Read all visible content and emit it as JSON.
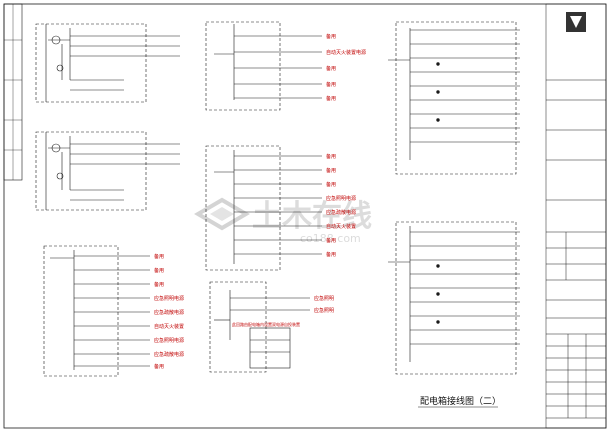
{
  "title": "配电箱接线图（二）",
  "watermark": {
    "brand": "土木在线",
    "url": "co188.com"
  },
  "panels": {
    "top_left_1": {
      "circuits": []
    },
    "top_left_2": {
      "circuits": []
    },
    "top_mid": {
      "circuits": [
        "备用",
        "自动灭火装置电源",
        "备用",
        "备用",
        "备用"
      ]
    },
    "mid_mid": {
      "circuits": [
        "备用",
        "备用",
        "备用",
        "应急照明电源",
        "应急疏散电源",
        "自动灭火装置",
        "备用",
        "备用"
      ]
    },
    "bot_left": {
      "circuits": [
        "备用",
        "备用",
        "备用",
        "应急照明电源",
        "应急疏散电源",
        "自动灭火装置",
        "应急照明电源",
        "应急疏散电源",
        "备用"
      ]
    },
    "bot_mid": {
      "circuits": [
        "应急照明",
        "应急照明"
      ],
      "note": "此回路由配电箱内设置双电源自投装置"
    }
  },
  "title_block": {
    "org_line1": "",
    "org_line2": "",
    "rows": []
  },
  "colors": {
    "line": "#1a1a1a",
    "label": "#c00000",
    "watermark": "#d9d9d9"
  }
}
